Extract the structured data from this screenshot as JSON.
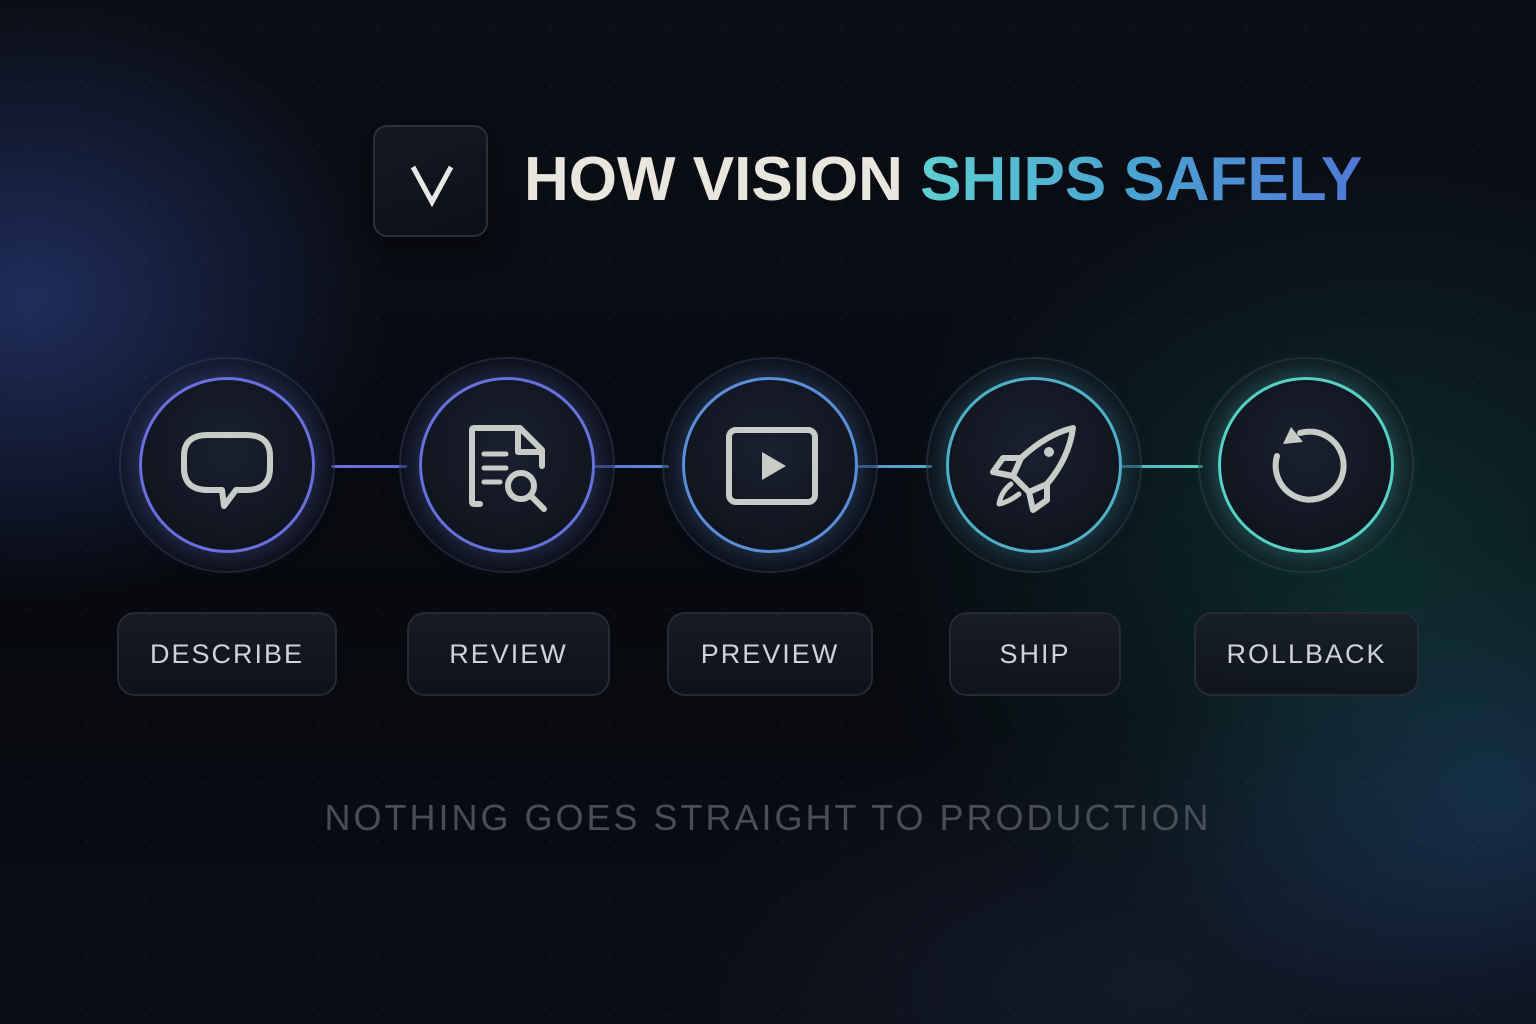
{
  "logo": {
    "icon": "v-logo-icon"
  },
  "title": {
    "plain": "HOW VISION ",
    "accent": "SHIPS SAFELY"
  },
  "colors": {
    "background": "#07090f",
    "title_plain": "#e9e6de",
    "accent_start": "#5fd0d2",
    "accent_end": "#5078d6",
    "icon_stroke": "#c9cbc6",
    "pill_text": "#cfd2d6",
    "tagline": "#494d56"
  },
  "steps": [
    {
      "label": "DESCRIBE",
      "icon": "speech-bubble-icon",
      "ring_color": "#6a6fe0"
    },
    {
      "label": "REVIEW",
      "icon": "document-search-icon",
      "ring_color": "#6572dc"
    },
    {
      "label": "PREVIEW",
      "icon": "play-video-icon",
      "ring_color": "#5a8ed8"
    },
    {
      "label": "SHIP",
      "icon": "rocket-icon",
      "ring_color": "#4fb0c8"
    },
    {
      "label": "ROLLBACK",
      "icon": "rollback-arrow-icon",
      "ring_color": "#55d2c4"
    }
  ],
  "tagline": "NOTHING GOES STRAIGHT TO PRODUCTION"
}
